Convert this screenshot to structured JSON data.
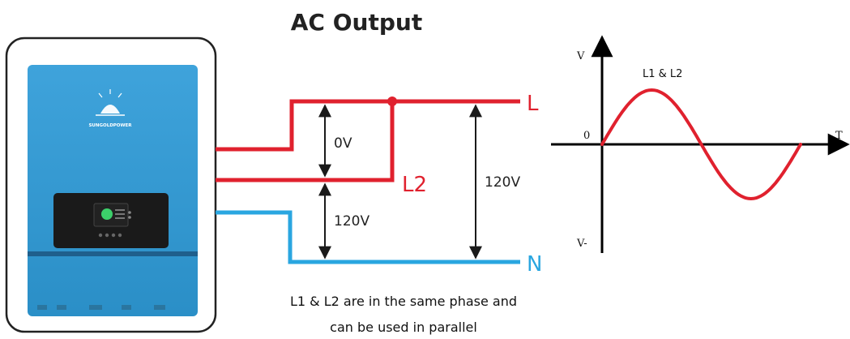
{
  "title": "AC Output",
  "device": {
    "brand": "SUNGOLDPOWER"
  },
  "wiring": {
    "line_label": "L",
    "line2_label": "L2",
    "neutral_label": "N",
    "v_l_l2": "0V",
    "v_l2_n": "120V",
    "v_l_n": "120V",
    "colors": {
      "live": "#e0212e",
      "neutral": "#2aa6e0",
      "arrow": "#1a1a1a"
    }
  },
  "caption": {
    "line1": "L1 & L2 are in the same phase and",
    "line2": "can be used in parallel"
  },
  "waveform": {
    "y_label": "V",
    "y_neg_label": "V-",
    "x_label": "T",
    "origin_label": "0",
    "curve_label": "L1 & L2",
    "curve_color": "#e0212e"
  }
}
